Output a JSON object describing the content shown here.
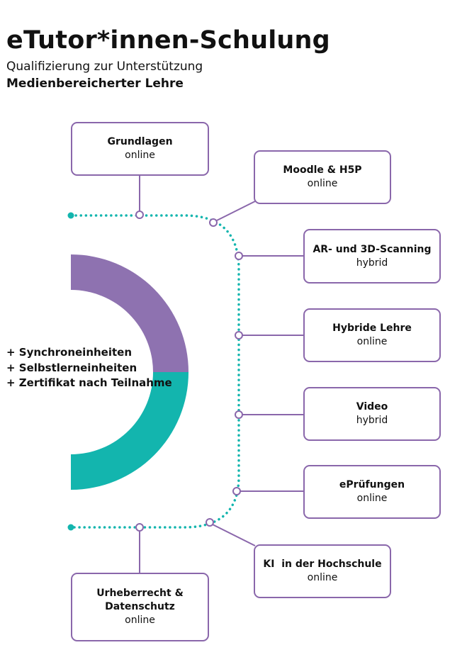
{
  "header": {
    "title": "eTutor*innen-Schulung",
    "subtitle": "Qualifizierung zur Unterstützung",
    "subtitle_bold": "Medienbereicherter Lehre"
  },
  "colors": {
    "accent_purple": "#8a67ab",
    "ring_purple": "#8e72b0",
    "ring_teal": "#13b5ae",
    "path_teal": "#13b5ae"
  },
  "features": [
    "+ Synchroneinheiten",
    "+ Selbstlerneinheiten",
    "+ Zertifikat nach Teilnahme"
  ],
  "modules": [
    {
      "title": "Grundlagen",
      "mode": "online"
    },
    {
      "title": "Moodle & H5P",
      "mode": "online"
    },
    {
      "title": "AR- und 3D-Scanning",
      "mode": "hybrid"
    },
    {
      "title": "Hybride Lehre",
      "mode": "online"
    },
    {
      "title": "Video",
      "mode": "hybrid"
    },
    {
      "title": "ePrüfungen",
      "mode": "online"
    },
    {
      "title": "KI  in der Hochschule",
      "mode": "online"
    },
    {
      "title": "Urheberrecht & Datenschutz",
      "mode": "online"
    }
  ]
}
